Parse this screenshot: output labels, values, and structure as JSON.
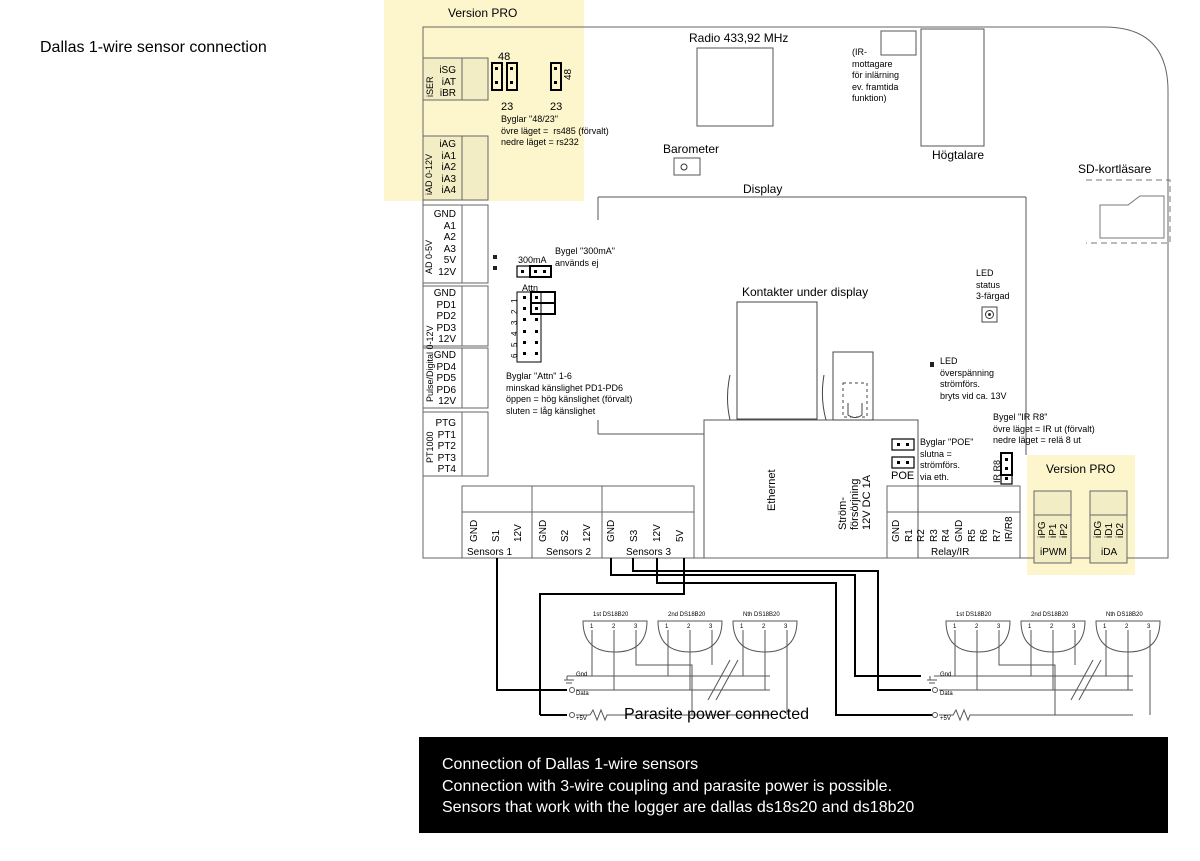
{
  "page_title": "Dallas 1-wire sensor connection",
  "caption": {
    "heading": "Connection of Dallas 1-wire sensors",
    "line1": "Connection with 3-wire coupling and parasite power is possible.",
    "line2": "Sensors that work with the logger are dallas ds18s20 and ds18b20"
  },
  "parasite_label": "Parasite power connected",
  "colors": {
    "pro_highlight": "#fdf6cc",
    "pro_border": "#e6ddb0",
    "connector_fill": "#f2edc4",
    "caption_bg": "#000000"
  },
  "board": {
    "version_pro_top": "Version PRO",
    "version_pro_bottom": "Version PRO",
    "radio": "Radio 433,92 MHz",
    "ir_receiver": "(IR-\nmottagare\nför inlärning\nev. framtida\nfunktion)",
    "speaker": "Högtalare",
    "sd_reader": "SD-kortläsare",
    "barometer": "Barometer",
    "display": "Display",
    "contacts_under_display": "Kontakter under display",
    "led_status": "LED\nstatus\n3-färgad",
    "led_overvoltage": "LED\növerspänning\nströmförs.\nbryts vid ca. 13V",
    "jumper_rs_label": "Byglar \"48/23\"\növre läget =  rs485 (förvalt)\nnedre läget = rs232",
    "jumper_300_label": "Bygel \"300mA\"\nanvänds ej",
    "jumper_attn_label": "Byglar \"Attn\" 1-6\nminskad känslighet PD1-PD6\nöppen = hög känslighet (förvalt)\nsluten = låg känslighet",
    "jumper_poe_label": "Byglar \"POE\"\nslutna =\nströmförs.\nvia eth.",
    "jumper_ir_label": "Bygel \"IR R8\"\növre läget = IR ut (förvalt)\nnedre läget = relä 8 ut",
    "jumper_48": "48",
    "jumper_48b": "48",
    "jumper_23a": "23",
    "jumper_23b": "23",
    "jumper_300": "300mA",
    "jumper_attn": "Attn",
    "attn_numbers": [
      "1",
      "2",
      "3",
      "4",
      "5",
      "6"
    ],
    "jumper_poe": "POE",
    "jumper_irr8": "IR R8",
    "ethernet": "Ethernet",
    "power_supply": "Ström-\nförsörjning\n12V DC 1A",
    "iser_group": "iSER",
    "iser_pins": [
      "iSG",
      "iAT",
      "iBR"
    ],
    "iad_group": "iAD 0-12V",
    "iad_pins": [
      "iAG",
      "iA1",
      "iA2",
      "iA3",
      "iA4"
    ],
    "ad_group": "AD 0-5V",
    "ad_pins": [
      "GND",
      "A1",
      "A2",
      "A3",
      "5V",
      "12V"
    ],
    "pulse_group": "Pulse/Digital 0-12V",
    "pd_pins_a": [
      "GND",
      "PD1",
      "PD2",
      "PD3",
      "12V"
    ],
    "pd_pins_b": [
      "GND",
      "PD4",
      "PD5",
      "PD6",
      "12V"
    ],
    "pt_group": "PT1000",
    "pt_pins": [
      "PTG",
      "PT1",
      "PT2",
      "PT3",
      "PT4"
    ],
    "sensors1_label": "Sensors 1",
    "sensors1_pins": [
      "GND",
      "S1",
      "12V"
    ],
    "sensors2_label": "Sensors 2",
    "sensors2_pins": [
      "GND",
      "S2",
      "12V"
    ],
    "sensors3_label": "Sensors 3",
    "sensors3_pins": [
      "GND",
      "S3",
      "12V",
      "5V"
    ],
    "relay_label": "Relay/IR",
    "relay_pins": [
      "GND",
      "R1",
      "R2",
      "R3",
      "R4",
      "GND",
      "R5",
      "R6",
      "R7",
      "IR/R8"
    ],
    "ipwm_label": "iPWM",
    "ipwm_pins": [
      "iPG",
      "iP1",
      "iP2"
    ],
    "ida_label": "iDA",
    "ida_pins": [
      "iDG",
      "iD1",
      "iD2"
    ]
  },
  "schematic": {
    "sensor_names": [
      "1st DS18B20",
      "2nd DS18B20",
      "Nth DS18B20"
    ],
    "pin_numbers": [
      "1",
      "2",
      "3"
    ],
    "rail_labels": [
      "Gnd",
      "Data",
      "+5V"
    ]
  }
}
